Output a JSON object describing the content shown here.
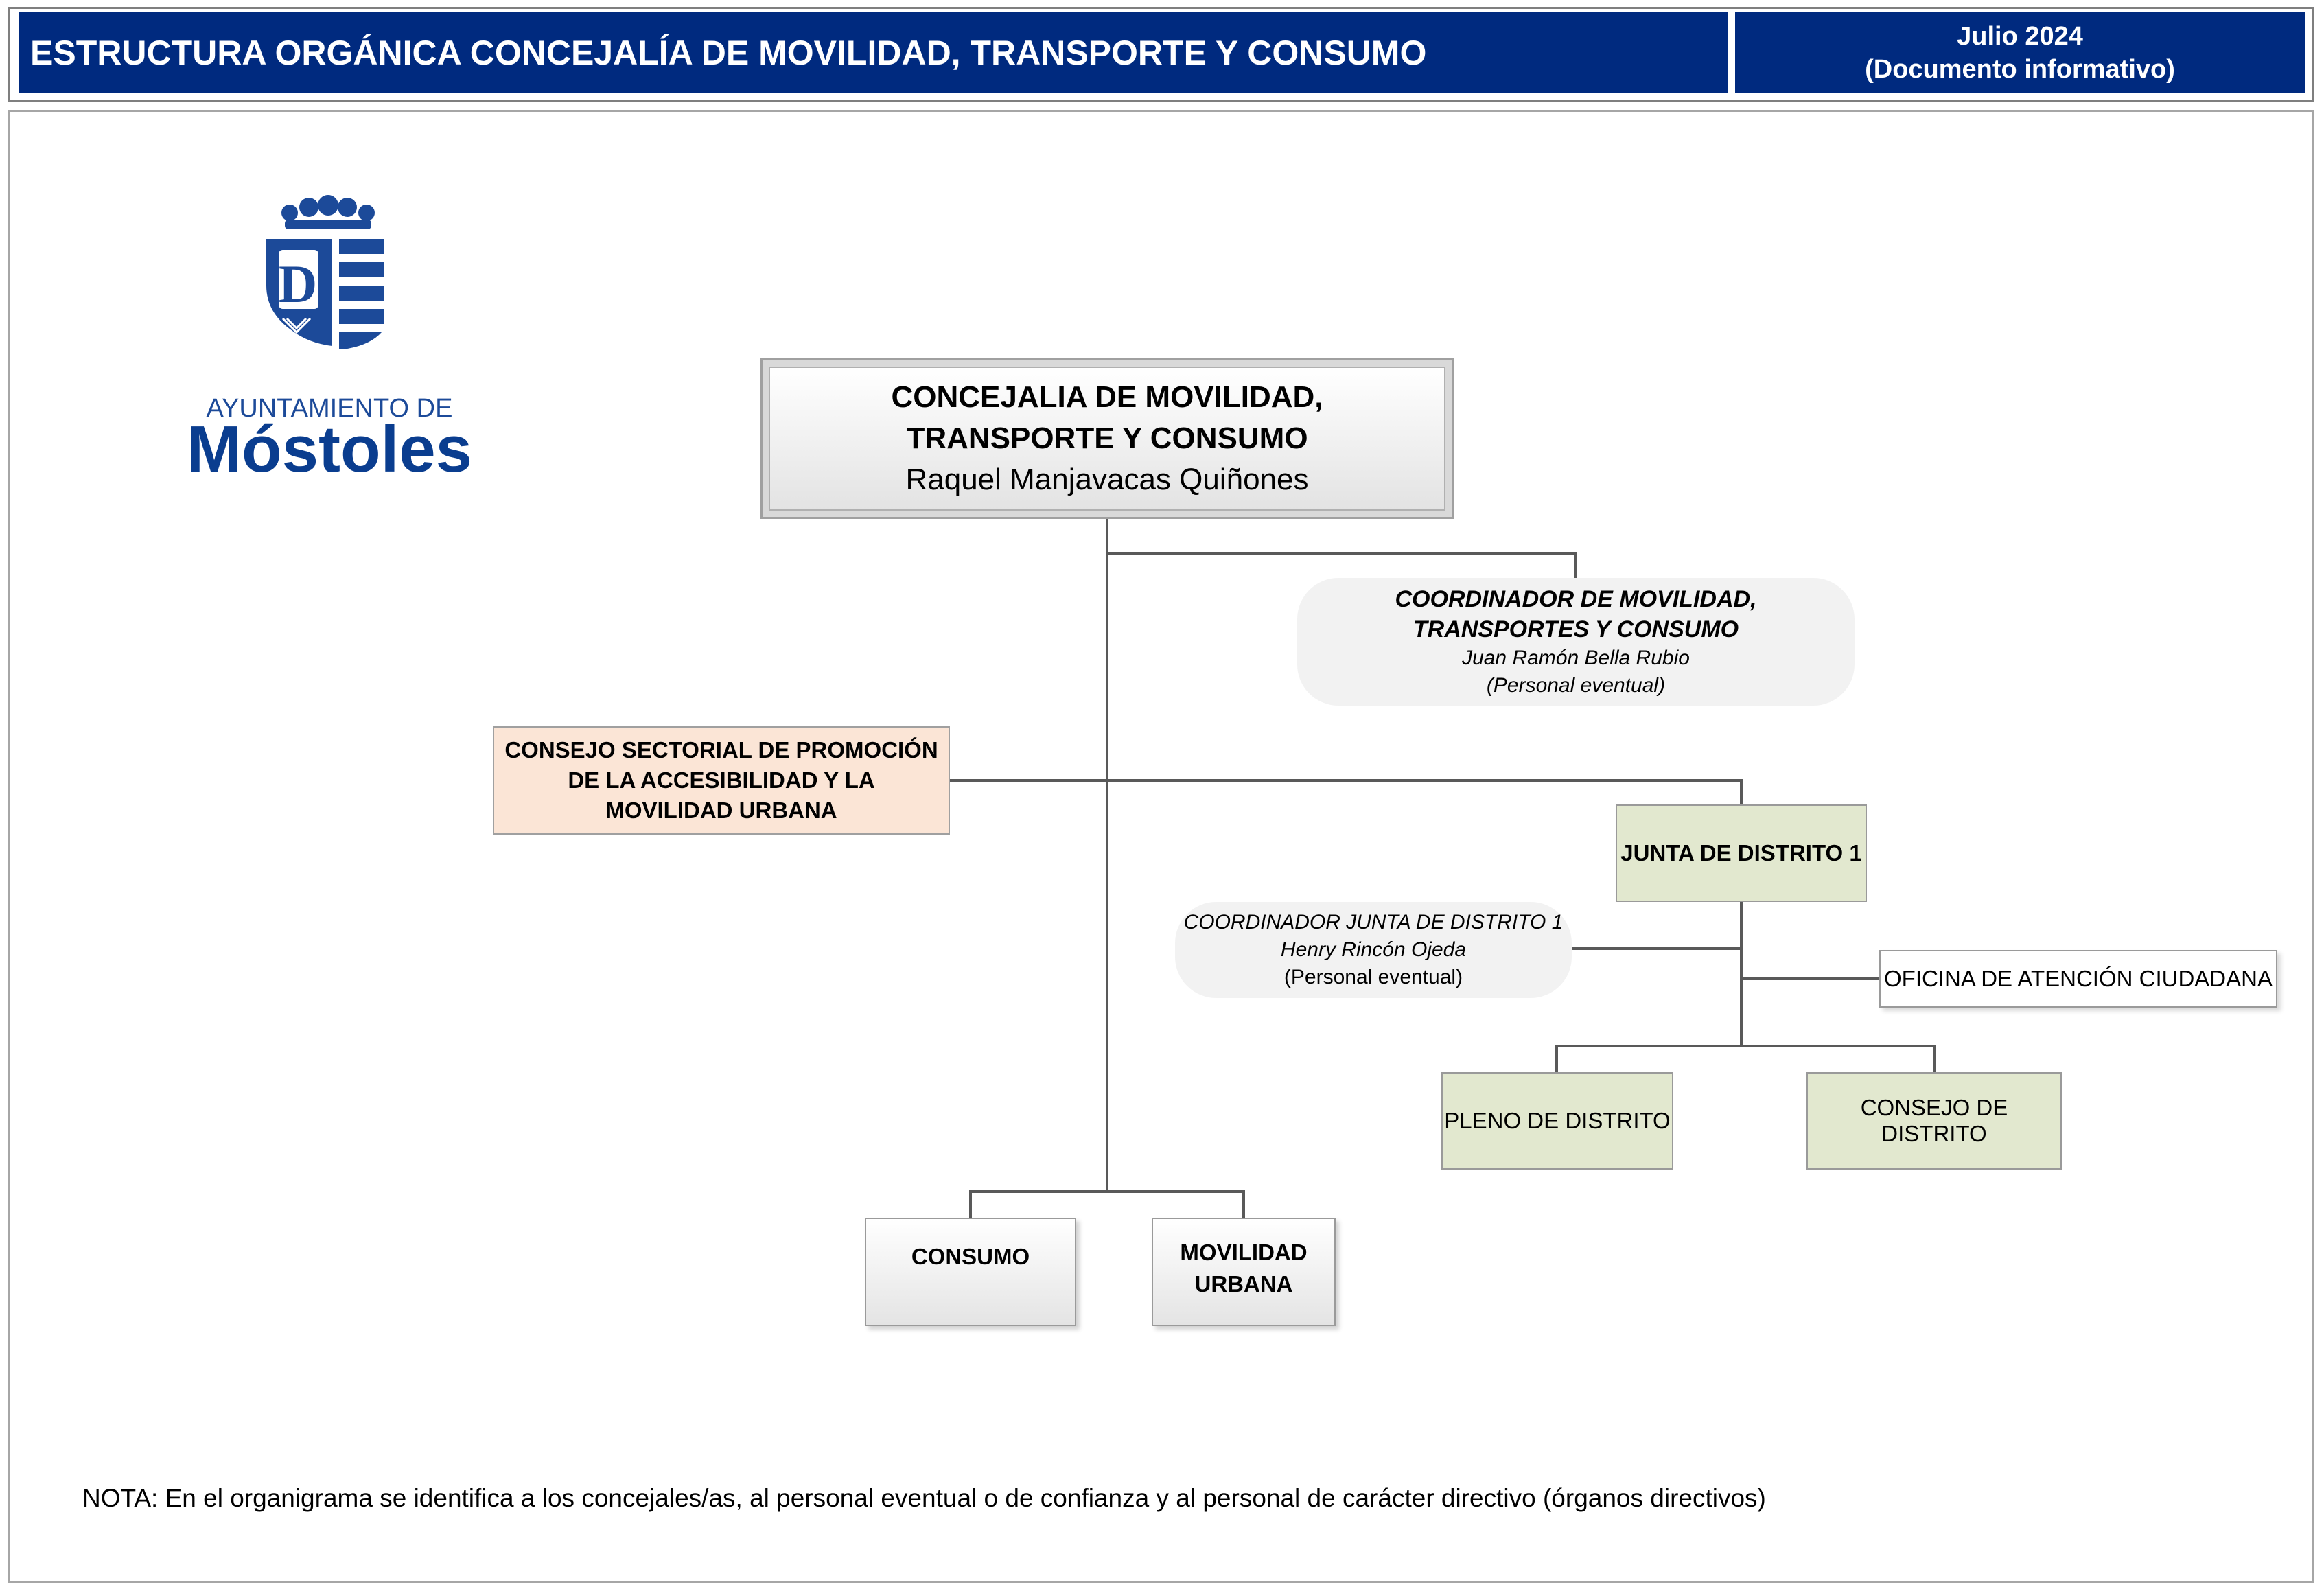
{
  "header": {
    "title": "ESTRUCTURA ORGÁNICA CONCEJALÍA DE MOVILIDAD, TRANSPORTE Y CONSUMO",
    "date": "Julio 2024",
    "doc_type": "(Documento informativo)"
  },
  "logo": {
    "line1": "AYUNTAMIENTO DE",
    "line2": "Móstoles"
  },
  "org": {
    "root": {
      "title": "CONCEJALIA DE MOVILIDAD, TRANSPORTE Y CONSUMO",
      "name": "Raquel Manjavacas Quiñones"
    },
    "coordinator": {
      "title": "COORDINADOR DE MOVILIDAD, TRANSPORTES Y CONSUMO",
      "name": "Juan Ramón Bella Rubio",
      "note": "(Personal eventual)"
    },
    "sector_council": "CONSEJO SECTORIAL DE PROMOCIÓN DE LA ACCESIBILIDAD Y LA MOVILIDAD URBANA",
    "district_board": "JUNTA DE DISTRITO 1",
    "district_coordinator": {
      "title": "COORDINADOR JUNTA DE DISTRITO 1",
      "name": "Henry Rincón Ojeda",
      "note": "(Personal eventual)"
    },
    "citizen_office": "OFICINA DE ATENCIÓN CIUDADANA",
    "district_plenary": "PLENO DE DISTRITO",
    "district_council": "CONSEJO DE DISTRITO",
    "consumer": "CONSUMO",
    "urban_mobility": "MOVILIDAD URBANA"
  },
  "note": "NOTA: En el organigrama se identifica a los concejales/as, al personal eventual o de confianza y al personal de carácter directivo (órganos directivos)",
  "colors": {
    "header_bg": "#002a7f",
    "logo_blue": "#1c4a99",
    "sector_council_bg": "#fbe5d6",
    "district_bg": "#e2e8cf",
    "pill_bg": "#f2f2f2",
    "line": "#595959"
  }
}
